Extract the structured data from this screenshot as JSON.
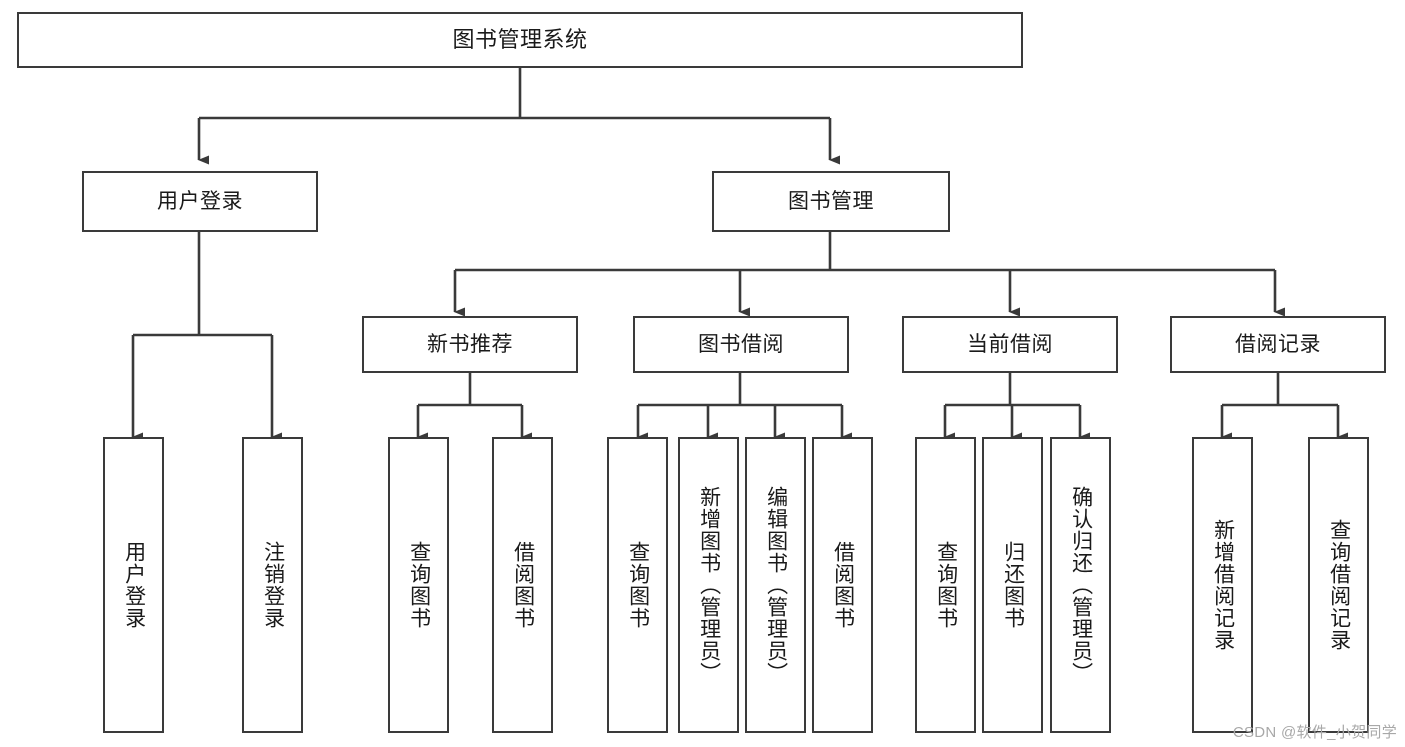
{
  "diagram": {
    "title": "图书管理系统",
    "type": "tree-hierarchy-diagram",
    "colors": {
      "stroke": "#3a3a3a",
      "text": "#1a1a1a",
      "background": "#ffffff",
      "watermark": "#a8a8a8"
    },
    "root": {
      "label": "图书管理系统",
      "orientation": "horizontal"
    },
    "level2": [
      {
        "label": "用户登录",
        "orientation": "horizontal"
      },
      {
        "label": "图书管理",
        "orientation": "horizontal"
      }
    ],
    "level3": [
      {
        "label": "新书推荐",
        "orientation": "horizontal"
      },
      {
        "label": "图书借阅",
        "orientation": "horizontal"
      },
      {
        "label": "当前借阅",
        "orientation": "horizontal"
      },
      {
        "label": "借阅记录",
        "orientation": "horizontal"
      }
    ],
    "leaves": {
      "user_login": [
        {
          "label": "用户登录",
          "orientation": "vertical"
        },
        {
          "label": "注销登录",
          "orientation": "vertical"
        }
      ],
      "new_book_recommend": [
        {
          "label": "查询图书",
          "orientation": "vertical"
        },
        {
          "label": "借阅图书",
          "orientation": "vertical"
        }
      ],
      "book_borrow": [
        {
          "label": "查询图书",
          "orientation": "vertical"
        },
        {
          "label": "新增图书（管理员）",
          "orientation": "vertical"
        },
        {
          "label": "编辑图书（管理员）",
          "orientation": "vertical"
        },
        {
          "label": "借阅图书",
          "orientation": "vertical"
        }
      ],
      "current_borrow": [
        {
          "label": "查询图书",
          "orientation": "vertical"
        },
        {
          "label": "归还图书",
          "orientation": "vertical"
        },
        {
          "label": "确认归还（管理员）",
          "orientation": "vertical"
        }
      ],
      "borrow_record": [
        {
          "label": "新增借阅记录",
          "orientation": "vertical"
        },
        {
          "label": "查询借阅记录",
          "orientation": "vertical"
        }
      ]
    },
    "watermark": "CSDN @软件_小贺同学"
  }
}
